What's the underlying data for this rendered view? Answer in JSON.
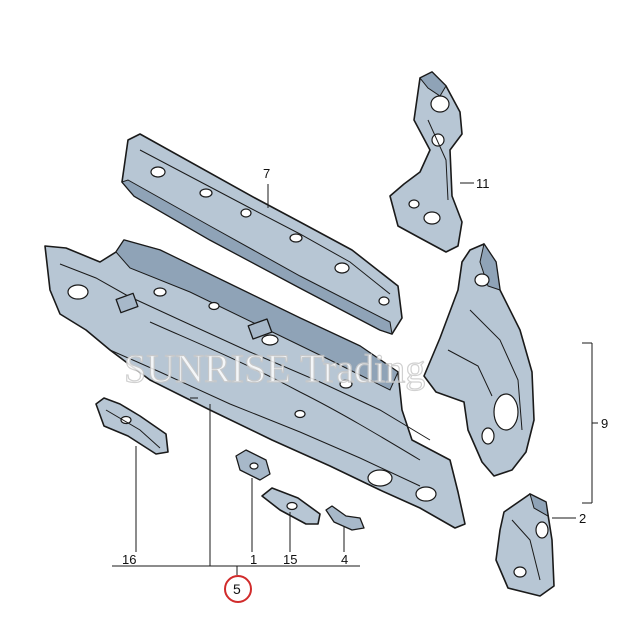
{
  "watermark": "SUNRISE Trading",
  "callouts": {
    "c1": "1",
    "c2": "2",
    "c4": "4",
    "c5": "5",
    "c7": "7",
    "c9": "9",
    "c11": "11",
    "c15": "15",
    "c16": "16"
  },
  "highlight_color": "#d12b2b"
}
